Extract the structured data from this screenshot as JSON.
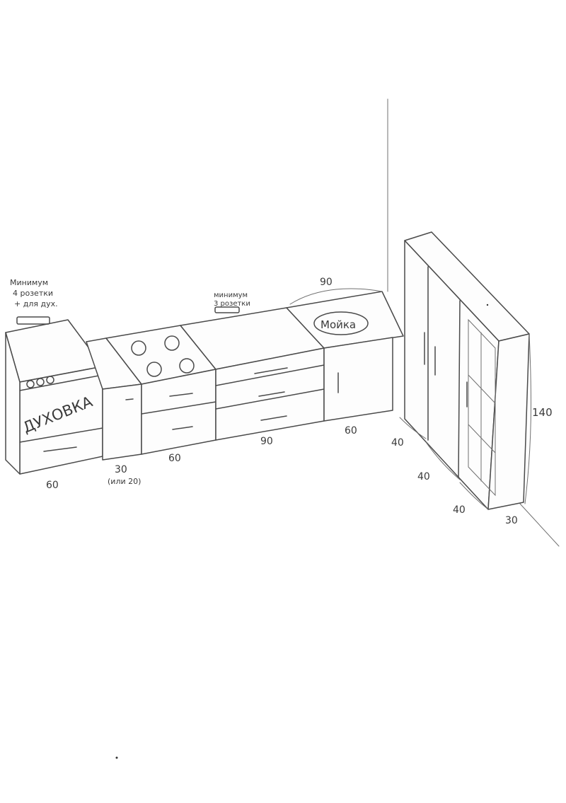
{
  "notes": {
    "sockets_oven": [
      "Минимум",
      "4 розетки",
      "+ для дух."
    ],
    "sockets_counter": [
      "минимум",
      "3 розетки"
    ]
  },
  "labels": {
    "oven": "ДУХОВКА",
    "sink": "Мойка"
  },
  "dimensions": {
    "oven_width": "60",
    "narrow_cabinet": "30",
    "narrow_cabinet_alt": "(или 20)",
    "hob_cabinet": "60",
    "drawer_cabinet": "90",
    "sink_top": "90",
    "sink_cabinet": "60",
    "fridge_depth": "40",
    "fridge_width_1": "40",
    "fridge_width_2": "40",
    "cabinet_depth": "30",
    "tall_height": "140"
  }
}
